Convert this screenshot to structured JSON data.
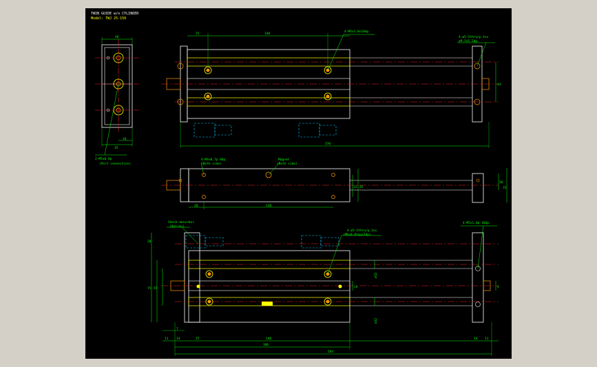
{
  "title": {
    "line1": "TWIN GUIDE w/o CYLINDER",
    "line2": "Model: TWJ 25-150"
  },
  "colors": {
    "background": "#000000",
    "outline": "#ffffff",
    "plate": "#ffff00",
    "centerline": "#ff2020",
    "dimension": "#00ff00",
    "hidden": "#00c8ff",
    "bolt": "#ff9900",
    "frame": "#d4d0c8"
  },
  "side_view": {
    "dim_top": "40",
    "dim_bottom_1": "16",
    "dim_bottom_2": "35",
    "note_line1": "2-M5x0.8p",
    "note_line2": "(Port connection)"
  },
  "top_view": {
    "dim_left": "25",
    "dim_pitch": "148",
    "dim_total": "370",
    "dim_right": "44",
    "note_left": "4-M6x1.0x10dp.",
    "note_right_line1": "4-ø5.5thru/p tos",
    "note_right_line2": "ø9.5x5.5dp."
  },
  "mid_view": {
    "note_left_line1": "4-M4x0.7p 8dp.",
    "note_left_line2": "(Both side)",
    "note_mid_line1": "Magnet",
    "note_mid_line2": "(Both side)",
    "dim_left": "20",
    "dim_pitch": "138",
    "dim_r1": "22",
    "dim_r2": "35",
    "dim_far1": "18",
    "dim_far2": "35"
  },
  "front_view": {
    "note_left_line1": "Shock absorber",
    "note_left_line2": "(Option)",
    "note_mid_line1": "4-ø5.5thru/p tos",
    "note_mid_line2": "(M6x0.8tapx7dp)",
    "note_right": "4-M5x1.0p-10dp.",
    "dim_top_left": "28",
    "dim_height": "75",
    "dim_mid": "55",
    "dim_d1": "ø12",
    "dim_d2": "ø12",
    "dim_side": "14",
    "dim_b1": "11",
    "dim_b2": "14",
    "dim_b3": "25",
    "dim_pitch": "148",
    "dim_total": "386",
    "dim_overall": "564",
    "dim_b4": "7",
    "dim_br1": "14",
    "dim_br2": "11",
    "dim_right": "4"
  }
}
